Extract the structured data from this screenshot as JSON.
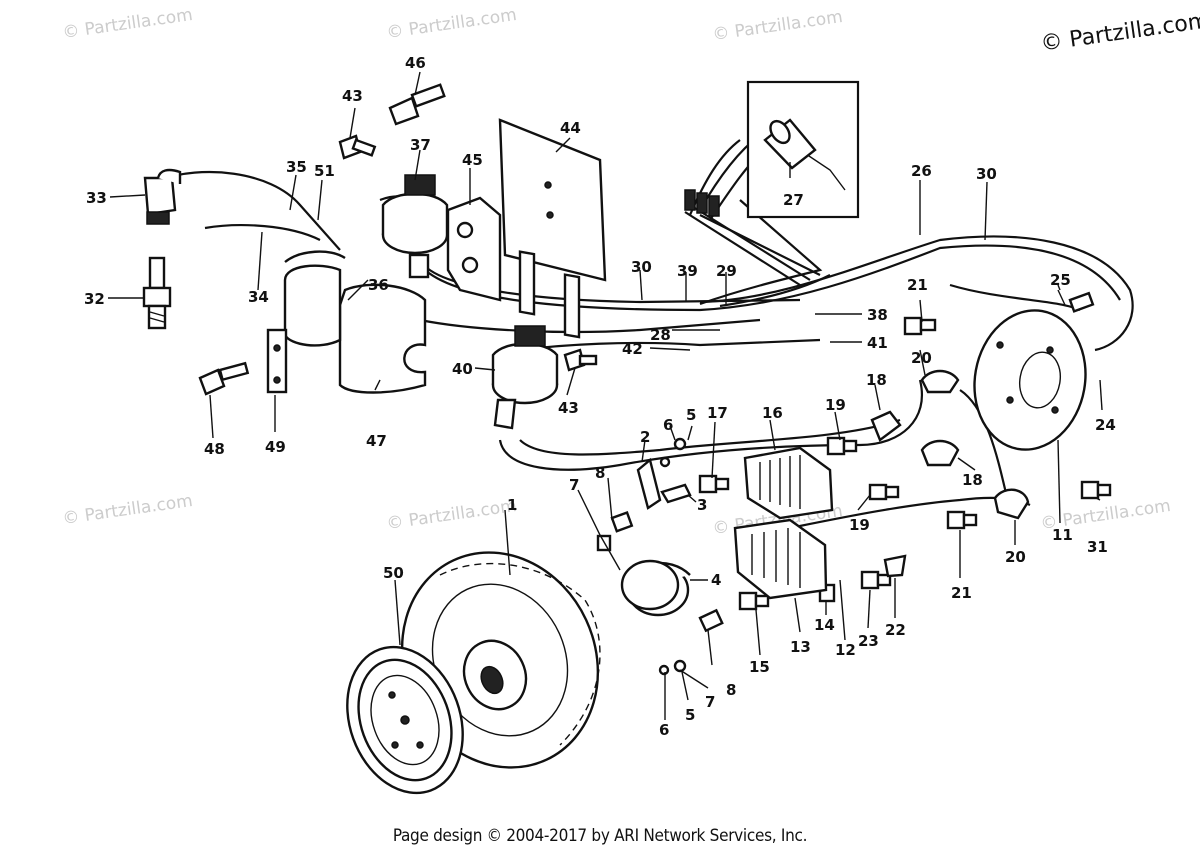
{
  "watermarks": [
    "© Partzilla.com",
    "© Partzilla.com",
    "© Partzilla.com",
    "© Partzilla.com",
    "© Partzilla.com",
    "© Partzilla.com",
    "© Partzilla.com"
  ],
  "corner_watermark": "© Partzilla.com",
  "footer": "Page design © 2004-2017 by ARI Network Services, Inc.",
  "callouts": [
    {
      "id": "1",
      "text": "1"
    },
    {
      "id": "2",
      "text": "2"
    },
    {
      "id": "3",
      "text": "3"
    },
    {
      "id": "4",
      "text": "4"
    },
    {
      "id": "5a",
      "text": "5"
    },
    {
      "id": "5b",
      "text": "5"
    },
    {
      "id": "6a",
      "text": "6"
    },
    {
      "id": "6b",
      "text": "6"
    },
    {
      "id": "7a",
      "text": "7"
    },
    {
      "id": "7b",
      "text": "7"
    },
    {
      "id": "8a",
      "text": "8"
    },
    {
      "id": "8b",
      "text": "8"
    },
    {
      "id": "11",
      "text": "11"
    },
    {
      "id": "12",
      "text": "12"
    },
    {
      "id": "13",
      "text": "13"
    },
    {
      "id": "14",
      "text": "14"
    },
    {
      "id": "15",
      "text": "15"
    },
    {
      "id": "16",
      "text": "16"
    },
    {
      "id": "17",
      "text": "17"
    },
    {
      "id": "18a",
      "text": "18"
    },
    {
      "id": "18b",
      "text": "18"
    },
    {
      "id": "19a",
      "text": "19"
    },
    {
      "id": "19b",
      "text": "19"
    },
    {
      "id": "20a",
      "text": "20"
    },
    {
      "id": "20b",
      "text": "20"
    },
    {
      "id": "21a",
      "text": "21"
    },
    {
      "id": "21b",
      "text": "21"
    },
    {
      "id": "22",
      "text": "22"
    },
    {
      "id": "23",
      "text": "23"
    },
    {
      "id": "24",
      "text": "24"
    },
    {
      "id": "25",
      "text": "25"
    },
    {
      "id": "26",
      "text": "26"
    },
    {
      "id": "27",
      "text": "27"
    },
    {
      "id": "28",
      "text": "28"
    },
    {
      "id": "29",
      "text": "29"
    },
    {
      "id": "30a",
      "text": "30"
    },
    {
      "id": "30b",
      "text": "30"
    },
    {
      "id": "31",
      "text": "31"
    },
    {
      "id": "32",
      "text": "32"
    },
    {
      "id": "33",
      "text": "33"
    },
    {
      "id": "34",
      "text": "34"
    },
    {
      "id": "35",
      "text": "35"
    },
    {
      "id": "36",
      "text": "36"
    },
    {
      "id": "37",
      "text": "37"
    },
    {
      "id": "38",
      "text": "38"
    },
    {
      "id": "39",
      "text": "39"
    },
    {
      "id": "40",
      "text": "40"
    },
    {
      "id": "41",
      "text": "41"
    },
    {
      "id": "42",
      "text": "42"
    },
    {
      "id": "43a",
      "text": "43"
    },
    {
      "id": "43b",
      "text": "43"
    },
    {
      "id": "44",
      "text": "44"
    },
    {
      "id": "45",
      "text": "45"
    },
    {
      "id": "46",
      "text": "46"
    },
    {
      "id": "47",
      "text": "47"
    },
    {
      "id": "48",
      "text": "48"
    },
    {
      "id": "49",
      "text": "49"
    },
    {
      "id": "50",
      "text": "50"
    },
    {
      "id": "51",
      "text": "51"
    }
  ]
}
